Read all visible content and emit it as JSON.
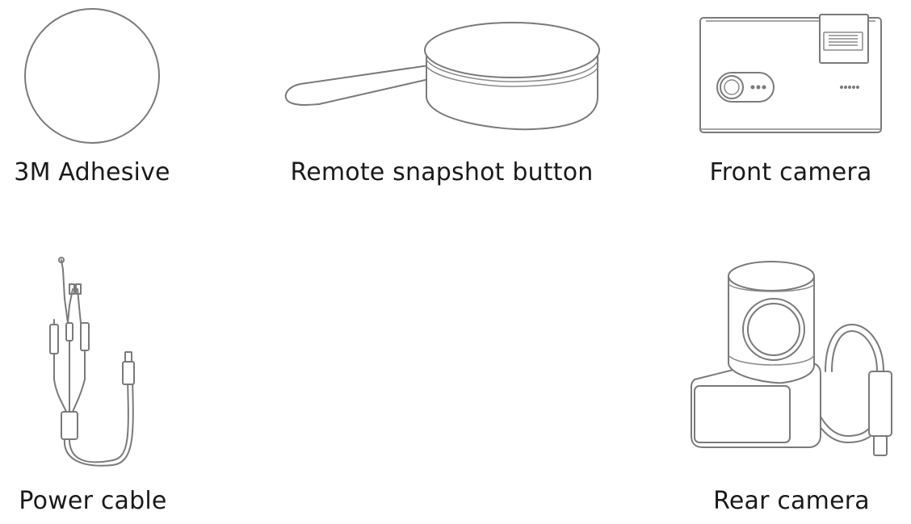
{
  "items": [
    {
      "id": "adhesive",
      "label": "3M Adhesive",
      "icon": "adhesive-disc-icon"
    },
    {
      "id": "remote",
      "label": "Remote snapshot button",
      "icon": "remote-button-icon"
    },
    {
      "id": "front",
      "label": "Front camera",
      "icon": "front-camera-icon"
    },
    {
      "id": "cable",
      "label": "Power cable",
      "icon": "power-cable-icon"
    },
    {
      "id": "rear",
      "label": "Rear camera",
      "icon": "rear-camera-icon"
    }
  ],
  "colors": {
    "line": "#7a7a7a",
    "text": "#1a1a1a",
    "background": "#ffffff"
  }
}
